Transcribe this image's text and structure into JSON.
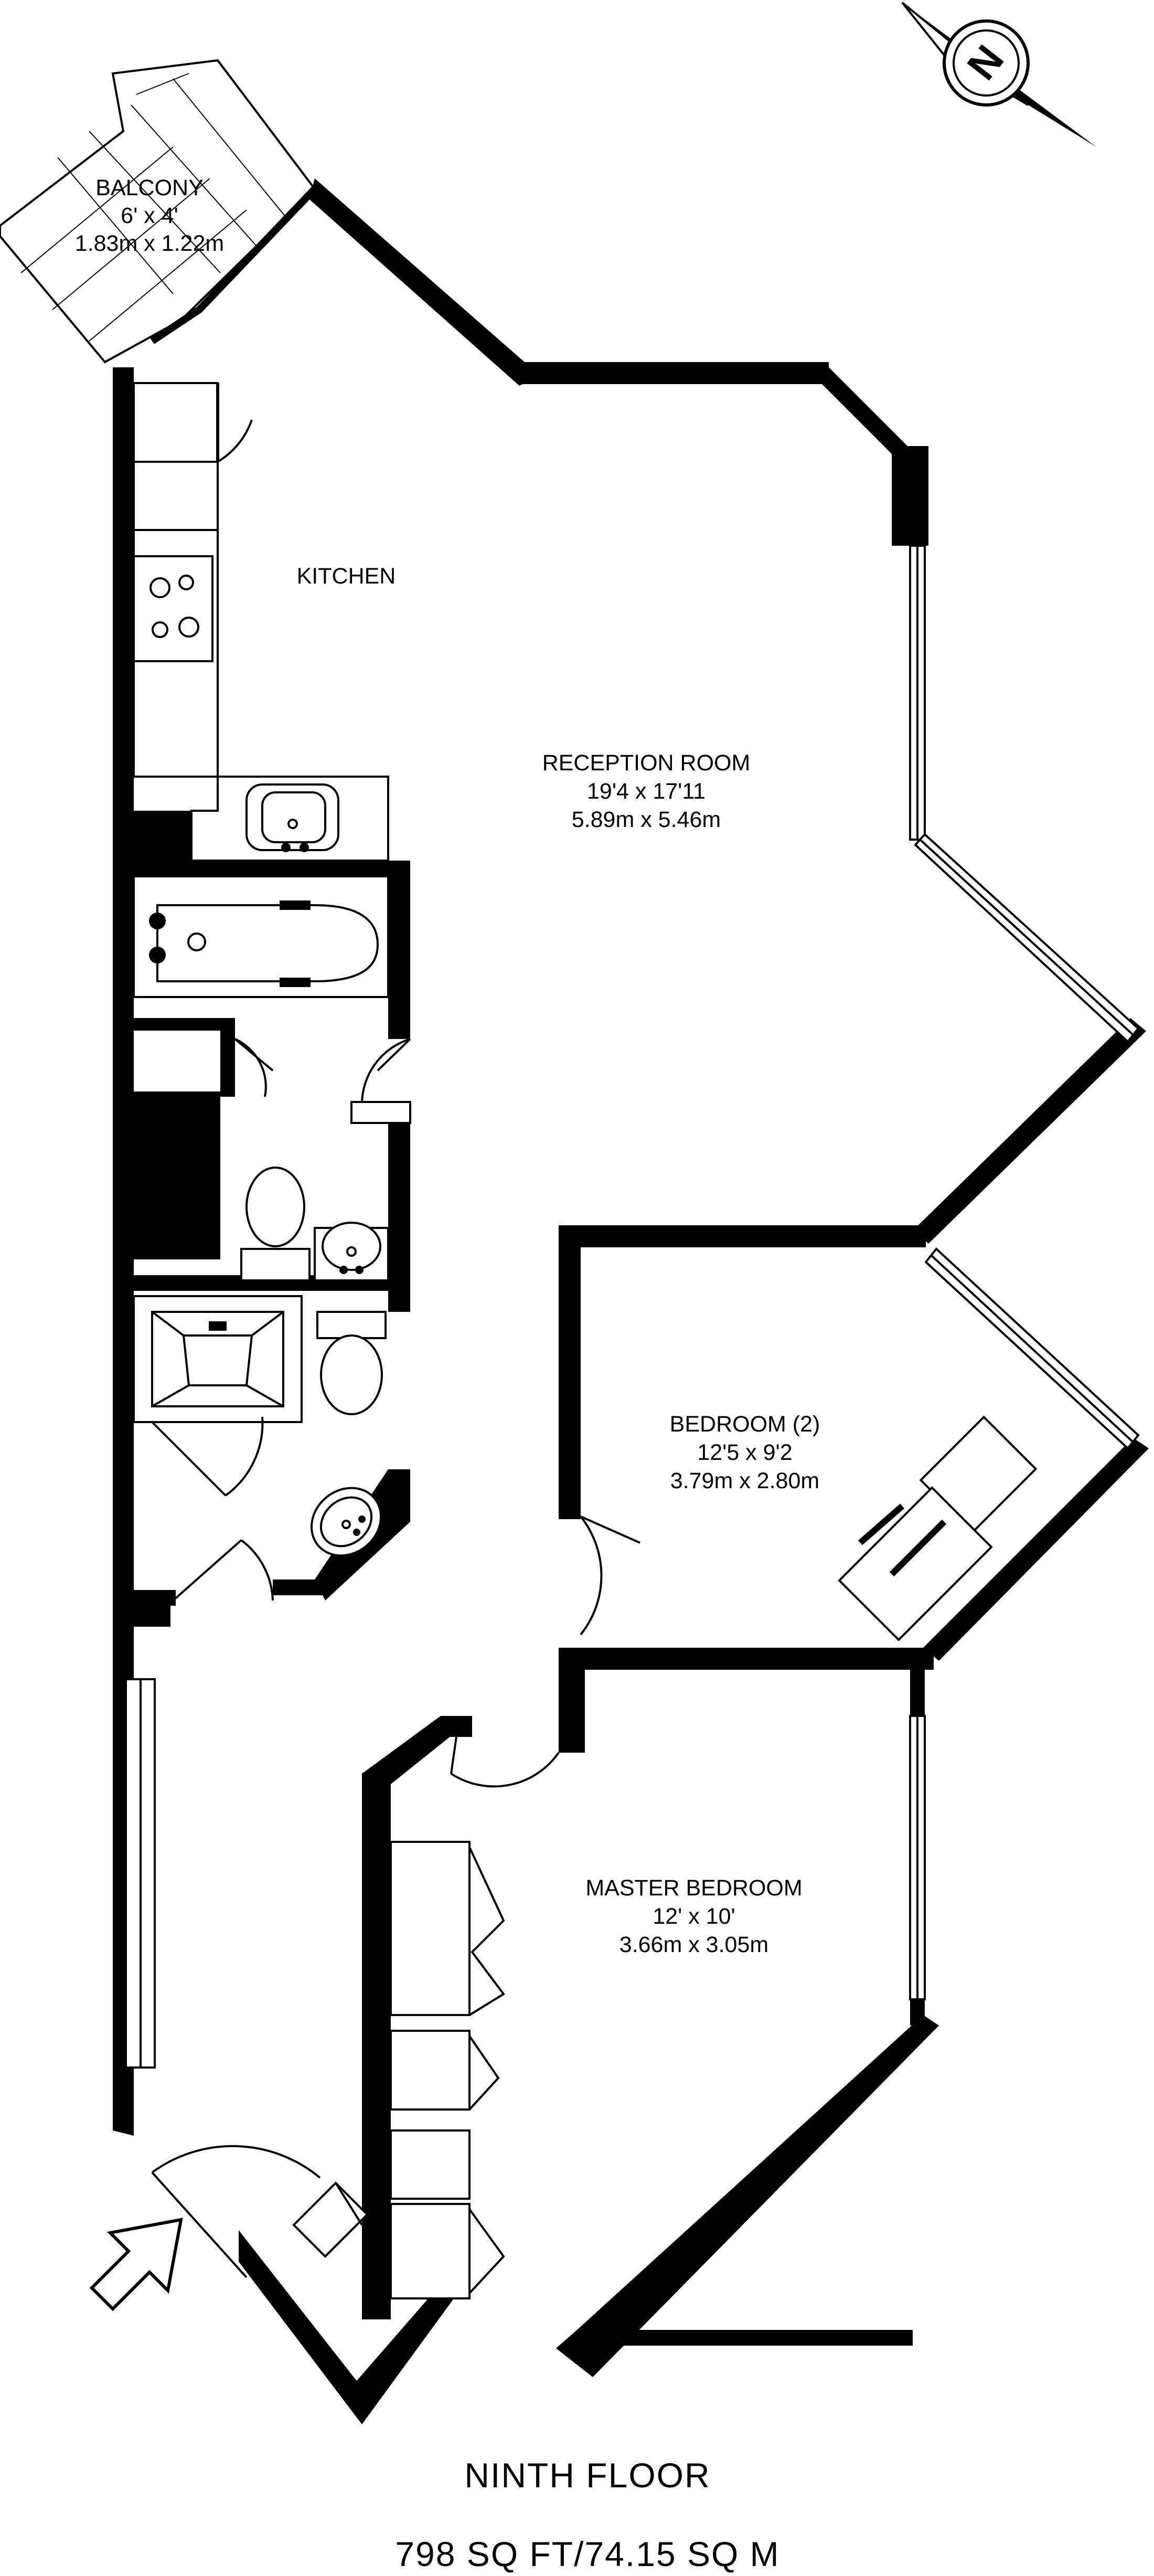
{
  "compass": {
    "icon": "north-arrow-icon",
    "letter": "N"
  },
  "rooms": {
    "balcony": {
      "name": "BALCONY",
      "imperial": "6' x 4'",
      "metric": "1.83m x 1.22m"
    },
    "kitchen": {
      "name": "KITCHEN"
    },
    "reception": {
      "name": "RECEPTION ROOM",
      "imperial": "19'4 x 17'11",
      "metric": "5.89m x 5.46m"
    },
    "bedroom2": {
      "name": "BEDROOM (2)",
      "imperial": "12'5 x 9'2",
      "metric": "3.79m x 2.80m"
    },
    "master": {
      "name": "MASTER BEDROOM",
      "imperial": "12' x 10'",
      "metric": "3.66m x 3.05m"
    }
  },
  "entrance": {
    "icon": "entrance-arrow-icon"
  },
  "footer": {
    "floor": "NINTH FLOOR",
    "area": "798 SQ FT/74.15 SQ M"
  }
}
